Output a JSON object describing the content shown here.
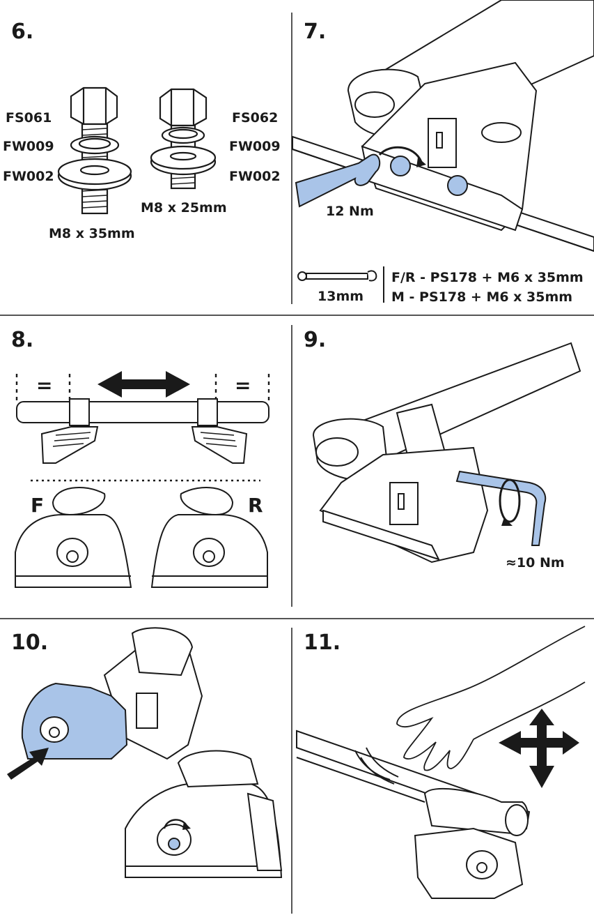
{
  "steps": {
    "s6": "6.",
    "s7": "7.",
    "s8": "8.",
    "s9": "9.",
    "s10": "10.",
    "s11": "11."
  },
  "step6": {
    "bolt_a_code": "FS061",
    "bolt_b_code": "FS062",
    "washer_a1": "FW009",
    "washer_a2": "FW002",
    "washer_b1": "FW009",
    "washer_b2": "FW002",
    "bolt_a_size": "M8 x 35mm",
    "bolt_b_size": "M8 x 25mm"
  },
  "step7": {
    "torque": "12 Nm",
    "wrench_size": "13mm",
    "spec_fr": "F/R - PS178 + M6 x 35mm",
    "spec_m": "M - PS178 + M6 x 35mm"
  },
  "step8": {
    "equal_left": "=",
    "equal_right": "=",
    "front": "F",
    "rear": "R"
  },
  "step9": {
    "torque": "≈10 Nm"
  },
  "colors": {
    "accent_blue": "#a9c4e8",
    "line": "#1a1a1a",
    "divider": "#555555"
  },
  "icons": [
    "bolt-icon",
    "washer-icon",
    "wrench-icon",
    "hex-key-icon",
    "rotate-arrow-icon",
    "double-arrow-icon",
    "move-arrows-icon",
    "hand-icon",
    "push-arrow-icon"
  ]
}
